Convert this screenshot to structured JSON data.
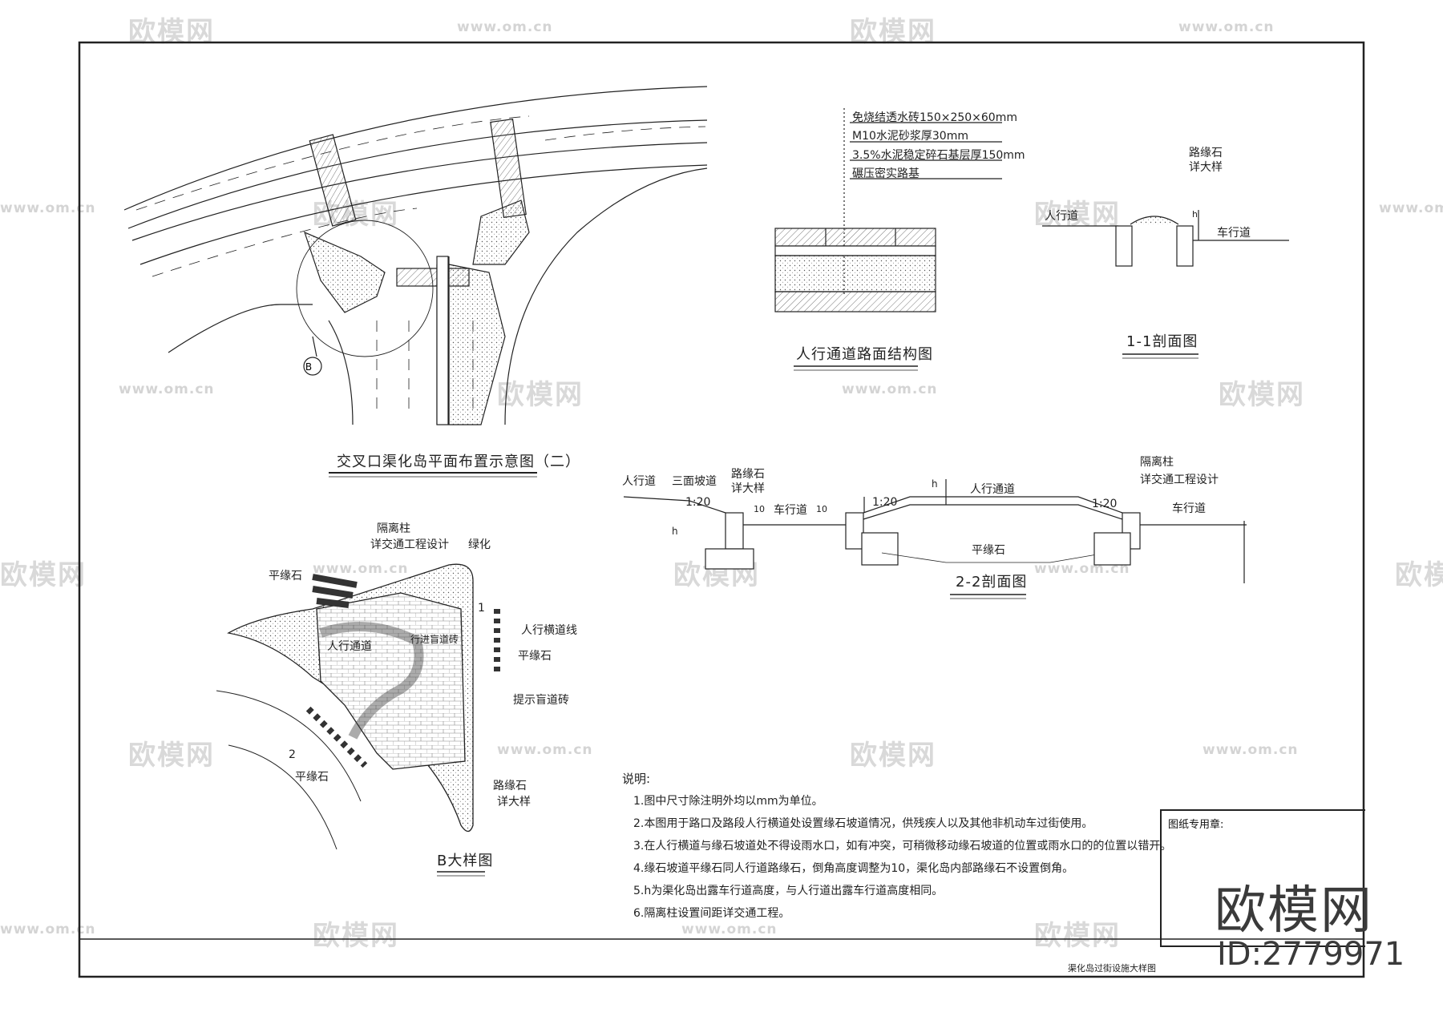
{
  "sheet": {
    "bottom_title": "渠化岛过街设施大样图",
    "stamp_label": "图纸专用章:"
  },
  "views": {
    "plan": {
      "title": "交叉口渠化岛平面布置示意图（二）",
      "callout": "B"
    },
    "pavement": {
      "title": "人行通道路面结构图",
      "layers": [
        "免烧结透水砖150×250×60mm",
        "M10水泥砂浆厚30mm",
        "3.5%水泥稳定碎石基层厚150mm",
        "碾压密实路基"
      ]
    },
    "section_1_1": {
      "title": "1-1剖面图",
      "labels": {
        "curb": "路缘石",
        "curb_detail": "详大样",
        "sidewalk": "人行道",
        "carriageway": "车行道",
        "h": "h"
      }
    },
    "section_2_2": {
      "title": "2-2剖面图",
      "labels": {
        "sidewalk": "人行道",
        "ramp": "三面坡道",
        "curb": "路缘石",
        "curb_detail": "详大样",
        "slope_left": "1:20",
        "slope_mid": "1:20",
        "slope_right": "1:20",
        "carriageway_left": "车行道",
        "carriageway_right": "车行道",
        "passage": "人行通道",
        "flat_curb": "平缘石",
        "bollard": "隔离柱",
        "bollard_ref": "详交通工程设计",
        "h_left": "h",
        "h_mid": "h",
        "dim_10a": "10",
        "dim_10b": "10"
      }
    },
    "detail_b": {
      "title": "B大样图",
      "labels": {
        "bollard": "隔离柱",
        "bollard_ref": "详交通工程设计",
        "green": "绿化",
        "flat_curb_top": "平缘石",
        "crosswalk_line": "人行横道线",
        "flat_curb_right": "平缘石",
        "passage": "人行通道",
        "guide_tile": "行进盲道砖",
        "warning_tile": "提示盲道砖",
        "curb": "路缘石",
        "curb_detail": "详大样",
        "flat_curb_bottom": "平缘石",
        "sec1": "1",
        "sec2": "2"
      }
    }
  },
  "notes": {
    "heading": "说明:",
    "items": [
      "1.图中尺寸除注明外均以mm为单位。",
      "2.本图用于路口及路段人行横道处设置缘石坡道情况，供残疾人以及其他非机动车过街使用。",
      "3.在人行横道与缘石坡道处不得设雨水口，如有冲突，可稍微移动缘石坡道的位置或雨水口的的位置以错开。",
      "4.缘石坡道平缘石同人行道路缘石，倒角高度调整为10，渠化岛内部路缘石不设置倒角。",
      "5.h为渠化岛出露车行道高度，与人行道出露车行道高度相同。",
      "6.隔离柱设置间距详交通工程。"
    ]
  },
  "watermark": {
    "logo_text": "欧模网",
    "url": "www.om.cn",
    "big_text": "欧模网",
    "id": "ID:2779971"
  }
}
